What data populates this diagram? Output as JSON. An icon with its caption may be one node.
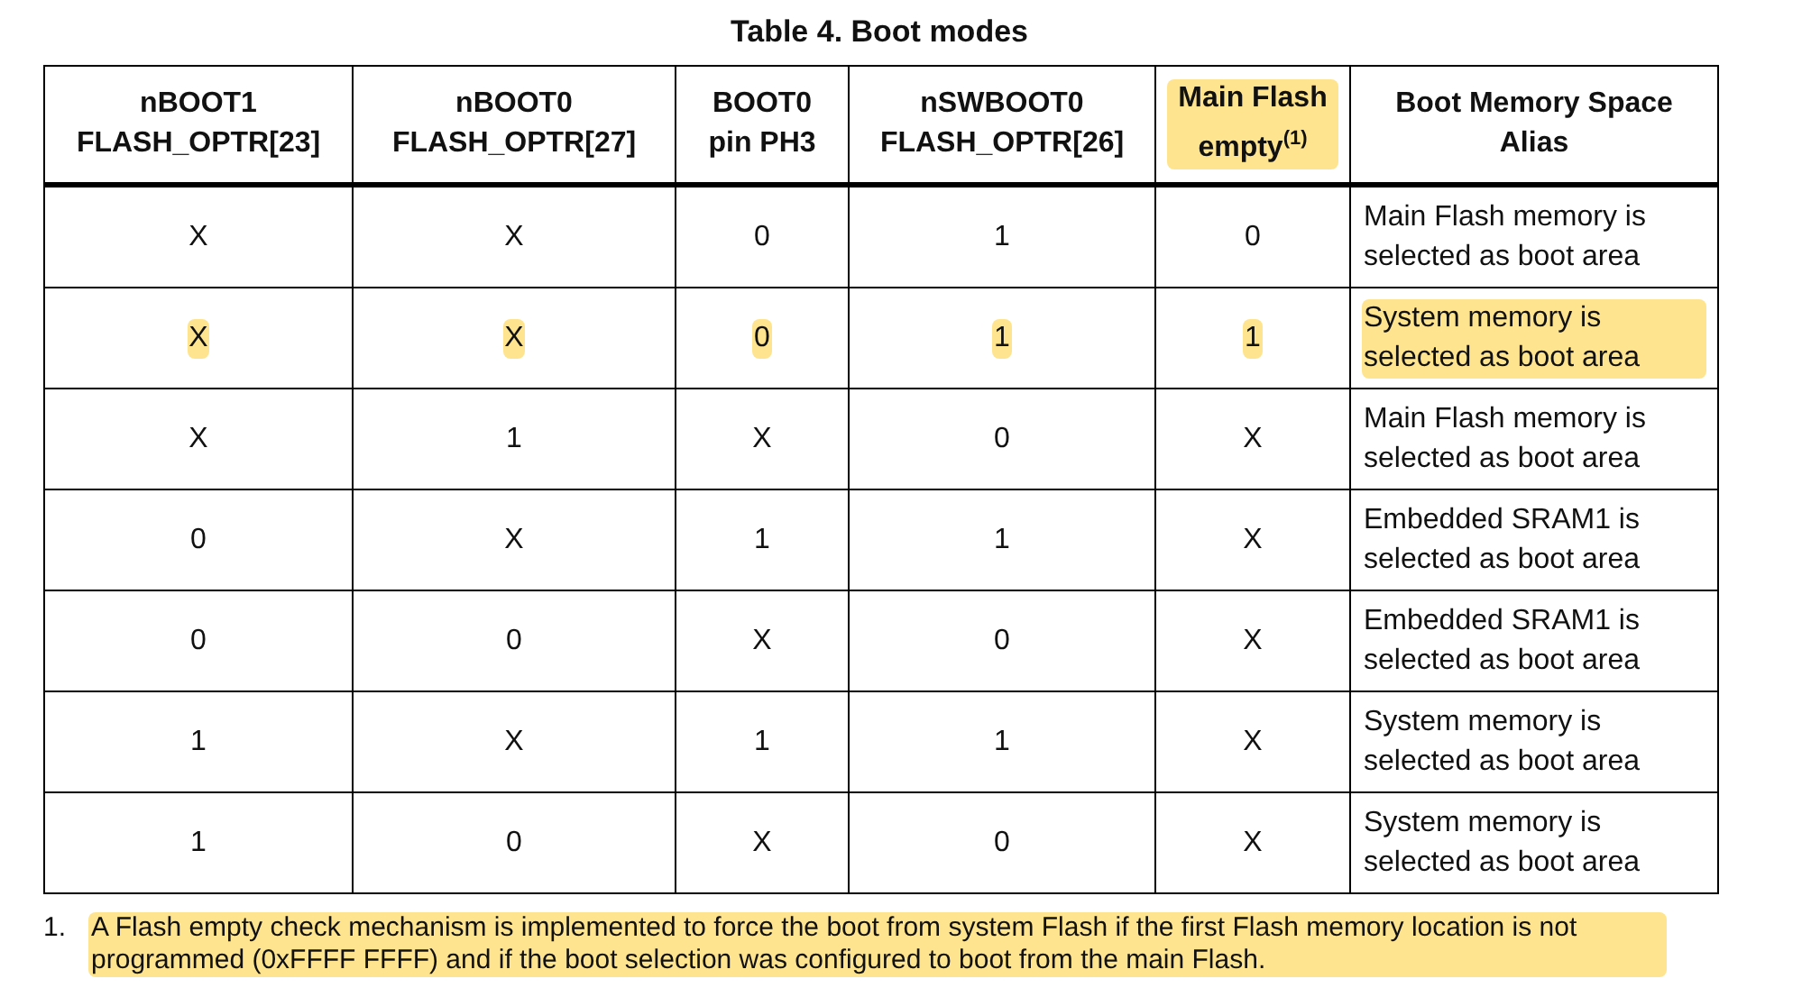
{
  "diagram": {
    "title": "Table 4. Boot modes",
    "labels": [
      "nBOOT1 FLASH_OPTR[23]",
      "nBOOT0 FLASH_OPTR[27]",
      "BOOT0 pin PH3",
      "nSWBOOT0 FLASH_OPTR[26]",
      "Main Flash empty$^{(1)}$",
      "Boot Memory Space Alias",
      "X",
      "X",
      "0",
      "1",
      "0",
      "Main Flash memory is selected as boot area",
      "X",
      "X",
      "0",
      "1",
      "1",
      "System memory is selected as boot area",
      "X",
      "1",
      "X",
      "0",
      "X",
      "Main Flash memory is selected as boot area",
      "0",
      "X",
      "1",
      "1",
      "X",
      "Embedded SRAM1 is selected as boot area",
      "0",
      "0",
      "X",
      "0",
      "X",
      "Embedded SRAM1 is selected as boot area",
      "1",
      "X",
      "1",
      "1",
      "X",
      "System memory is selected as boot area",
      "1",
      "0",
      "X",
      "0",
      "X",
      "System memory is selected as boot area",
      "1.",
      "A Flash empty check mechanism is implemented to force the boot from system Flash if the first Flash memory location is not programmed (0xFFFF FFFF) and if the boot selection was configured to boot from the main Flash."
    ]
  }
}
